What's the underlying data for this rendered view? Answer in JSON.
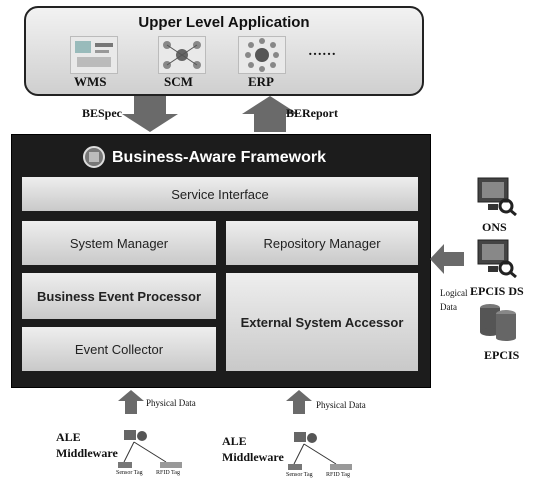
{
  "upper": {
    "title": "Upper Level Application",
    "apps": [
      {
        "label": "WMS",
        "icon": "wms-screenshot-icon"
      },
      {
        "label": "SCM",
        "icon": "scm-network-icon"
      },
      {
        "label": "ERP",
        "icon": "erp-network-icon"
      }
    ],
    "ellipsis": "……"
  },
  "arrows": {
    "bespec": "BESpec",
    "bereport": "BEReport",
    "logical_data": "Logical Data",
    "physical_data": "Physical Data"
  },
  "framework": {
    "title": "Business-Aware Framework",
    "service_interface": "Service Interface",
    "system_manager": "System Manager",
    "repository_manager": "Repository Manager",
    "business_event_processor": "Business Event Processor",
    "external_system_accessor": "External System Accessor",
    "event_collector": "Event Collector"
  },
  "external": {
    "ons": "ONS",
    "epcis_ds": "EPCIS DS",
    "epcis": "EPCIS"
  },
  "middleware": {
    "label_line1": "ALE",
    "label_line2": "Middleware",
    "sensor_tag": "Sensor Tag",
    "rfid_tag": "RFID Tag"
  }
}
